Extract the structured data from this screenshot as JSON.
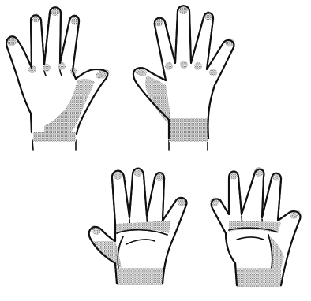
{
  "figure": {
    "hands": [
      {
        "id": "back-left",
        "view": "dorsal"
      },
      {
        "id": "back-right",
        "view": "dorsal"
      },
      {
        "id": "palm-left",
        "view": "palmar"
      },
      {
        "id": "palm-right",
        "view": "palmar"
      }
    ],
    "colors": {
      "outline": "#111111",
      "shading": "#7a7a7a",
      "background": "#ffffff"
    }
  }
}
